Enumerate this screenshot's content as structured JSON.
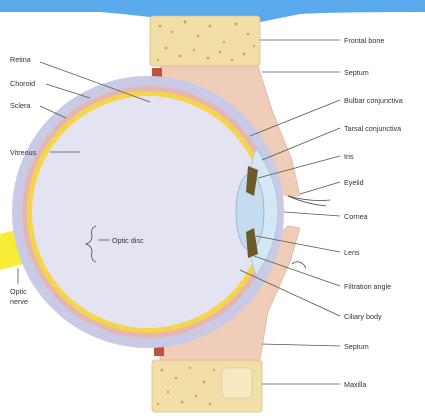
{
  "diagram": {
    "labels": {
      "frontal_bone": "Frontal bone",
      "septum_top": "Septum",
      "bulbar_conjunctiva": "Bulbar conjunctiva",
      "tarsal_conjunctiva": "Tarsal conjunctiva",
      "iris": "Iris",
      "eyelid": "Eyelid",
      "cornea": "Cornea",
      "lens": "Lens",
      "filtration_angle": "Filtration angle",
      "ciliary_body": "Ciliary body",
      "septum_bottom": "Septum",
      "maxilla": "Maxilla",
      "retina": "Retina",
      "choroid": "Choroid",
      "sclera": "Sclera",
      "vitreous": "Vitreous",
      "optic_disc": "Optic disc",
      "optic_nerve_line1": "Optic",
      "optic_nerve_line2": "nerve"
    },
    "colors": {
      "banner": "#5aa9ec",
      "bone": "#f2dfa8",
      "bone_spots": "#caa366",
      "soft_tissue": "#efcdb9",
      "sclera": "#c9cbe6",
      "choroid": "#e6b6b0",
      "retina": "#f5d64a",
      "vitreous": "#e3e3f1",
      "cornea": "#d3e7f5",
      "lens": "#c4dcee",
      "iris": "#6b5a2a",
      "muscle": "#c0533c",
      "optic_nerve": "#f7ec38"
    }
  }
}
